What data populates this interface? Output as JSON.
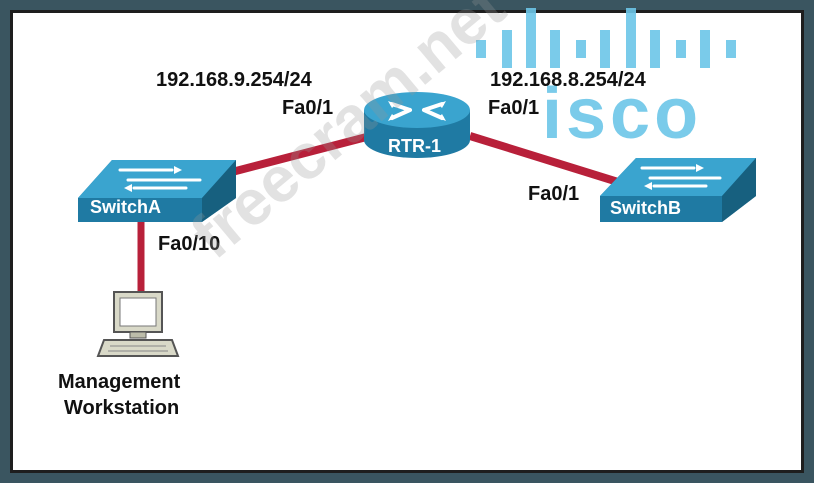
{
  "brand": {
    "text": "isco",
    "color": "#6cc6e8"
  },
  "watermark": {
    "text": "freecram.net"
  },
  "devices": {
    "router": {
      "label": "RTR-1",
      "icon": "router-icon"
    },
    "switch_a": {
      "label": "SwitchA",
      "icon": "switch-icon"
    },
    "switch_b": {
      "label": "SwitchB",
      "icon": "switch-icon"
    },
    "workstation": {
      "label_line1": "Management",
      "label_line2": "Workstation",
      "icon": "workstation-icon"
    }
  },
  "interfaces": {
    "rtr_left_ip": "192.168.9.254/24",
    "rtr_left_port": "Fa0/1",
    "rtr_right_ip": "192.168.8.254/24",
    "rtr_right_port": "Fa0/1",
    "switch_b_port": "Fa0/1",
    "switch_a_port": "Fa0/10"
  },
  "colors": {
    "link": "#b8203a",
    "device_blue": "#2b8fb8",
    "frame": "#3a5560"
  }
}
